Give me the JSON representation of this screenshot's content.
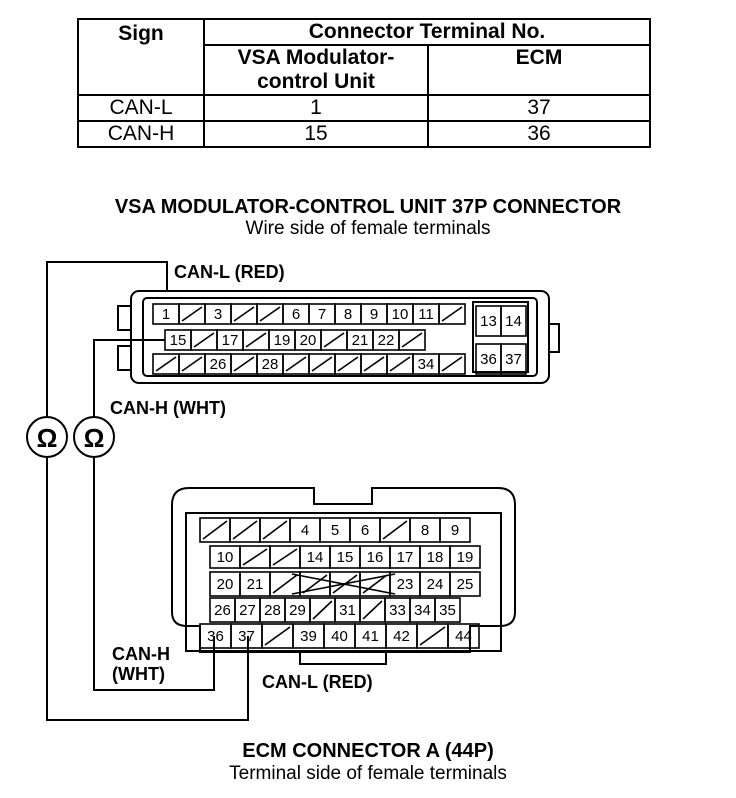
{
  "table": {
    "header": {
      "sign": "Sign",
      "connector": "Connector Terminal No.",
      "vsa_line1": "VSA Modulator-",
      "vsa_line2": "control Unit",
      "ecm": "ECM"
    },
    "rows": [
      {
        "sign": "CAN-L",
        "vsa": "1",
        "ecm": "37"
      },
      {
        "sign": "CAN-H",
        "vsa": "15",
        "ecm": "36"
      }
    ]
  },
  "vsa_connector": {
    "title": "VSA MODULATOR-CONTROL UNIT 37P CONNECTOR",
    "subtitle": "Wire side of female terminals",
    "row1": [
      "1",
      "",
      "3",
      "",
      "",
      "6",
      "7",
      "8",
      "9",
      "10",
      "11",
      ""
    ],
    "row2": [
      "15",
      "",
      "17",
      "",
      "19",
      "20",
      "",
      "21",
      "22",
      ""
    ],
    "row3": [
      "",
      "",
      "26",
      "",
      "28",
      "",
      "",
      "",
      "",
      "",
      "34",
      ""
    ],
    "side": [
      "13",
      "14",
      "36",
      "37"
    ],
    "can_l_label": "CAN-L (RED)",
    "can_h_label": "CAN-H (WHT)"
  },
  "ecm_connector": {
    "title": "ECM CONNECTOR A (44P)",
    "subtitle": "Terminal side of female terminals",
    "row1": [
      "",
      "",
      "",
      "4",
      "5",
      "6",
      "",
      "8",
      "9"
    ],
    "row2": [
      "10",
      "",
      "",
      "14",
      "15",
      "16",
      "17",
      "18",
      "19"
    ],
    "row3": [
      "20",
      "21",
      "",
      "",
      "",
      "",
      "23",
      "24",
      "25"
    ],
    "row4": [
      "26",
      "27",
      "28",
      "29",
      "",
      "31",
      "",
      "33",
      "34",
      "35"
    ],
    "row5": [
      "36",
      "37",
      "",
      "39",
      "40",
      "41",
      "42",
      "",
      "44"
    ],
    "can_h_label_line1": "CAN-H",
    "can_h_label_line2": "(WHT)",
    "can_l_label": "CAN-L (RED)"
  },
  "meter_symbol": "Ω",
  "colors": {
    "ink": "#000000",
    "background": "#ffffff"
  }
}
